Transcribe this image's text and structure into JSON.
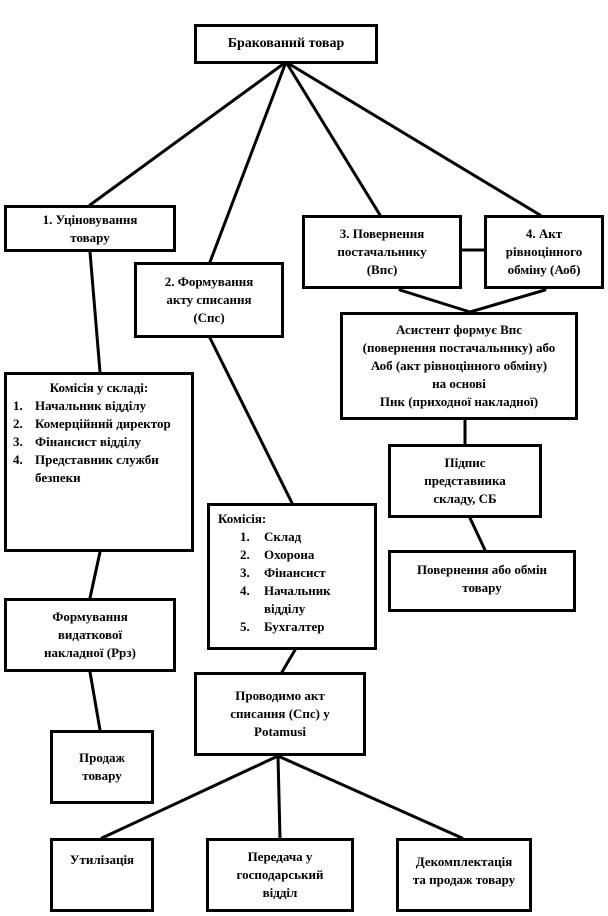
{
  "root": {
    "label": "Бракований товар"
  },
  "branch1": {
    "label": [
      "1. Уціновування",
      "товару"
    ],
    "commission": {
      "title": "Комісія у складі:",
      "members": [
        {
          "num": "1.",
          "text": "Начальник відділу"
        },
        {
          "num": "2.",
          "text": "Комерційний директор"
        },
        {
          "num": "3.",
          "text": "Фінансист відділу"
        },
        {
          "num": "4.",
          "text": "Представник служби безпеки"
        }
      ]
    },
    "invoice": [
      "Формування",
      "видаткової",
      "накладної (Ррз)"
    ],
    "sale": [
      "Продаж",
      "товару"
    ]
  },
  "branch2": {
    "label": [
      "2. Формування",
      "акту списання",
      "(Спс)"
    ],
    "commission": {
      "title": "Комісія:",
      "members": [
        {
          "num": "1.",
          "text": "Склад"
        },
        {
          "num": "2.",
          "text": "Охорона"
        },
        {
          "num": "3.",
          "text": "Фінансист"
        },
        {
          "num": "4.",
          "text": "Начальник відділу"
        },
        {
          "num": "5.",
          "text": "Бухгалтер"
        }
      ]
    },
    "writeoff": [
      "Проводимо акт",
      "списання (Спс) у",
      "Potamusi"
    ],
    "outcomes": [
      [
        "Утилізація"
      ],
      [
        "Передача у",
        "господарський",
        "відділ"
      ],
      [
        "Декомплектація",
        "та продаж товару"
      ]
    ]
  },
  "branch3": {
    "label": [
      "3. Повернення",
      "постачальнику",
      "(Впс)"
    ]
  },
  "branch4": {
    "label": [
      "4. Акт",
      "рівноцінного",
      "обміну (Аоб)"
    ]
  },
  "assistant": [
    "Асистент формує Впс",
    "(повернення постачальнику) або",
    "Аоб (акт рівноцінного обміну)",
    "на основі",
    "Пнк (приходної накладної)"
  ],
  "signature": [
    "Підпис",
    "представника",
    "складу, СБ"
  ],
  "return_exchange": [
    "Повернення або обмін",
    "товару"
  ]
}
